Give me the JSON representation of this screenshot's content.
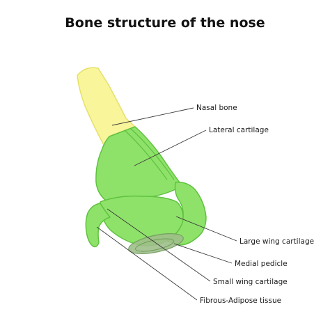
{
  "title": "Bone structure of the nose",
  "colors": {
    "bone_fill": "#f8f59a",
    "bone_stroke": "#e6e06a",
    "cartilage_fill": "#8ee26a",
    "cartilage_stroke": "#5fc23e",
    "tissue_fill": "#9fbf8a",
    "leader_line": "#3a3a3a"
  },
  "parts": [
    {
      "id": "nasal-bone",
      "label": "Nasal bone"
    },
    {
      "id": "lateral-cartilage",
      "label": "Lateral cartilage"
    },
    {
      "id": "large-wing-cartilage",
      "label": "Large wing cartilage"
    },
    {
      "id": "medial-pedicle",
      "label": "Medial pedicle"
    },
    {
      "id": "small-wing-cartilage",
      "label": "Small wing cartilage"
    },
    {
      "id": "fibrous-adipose-tissue",
      "label": "Fibrous-Adipose tissue"
    }
  ]
}
